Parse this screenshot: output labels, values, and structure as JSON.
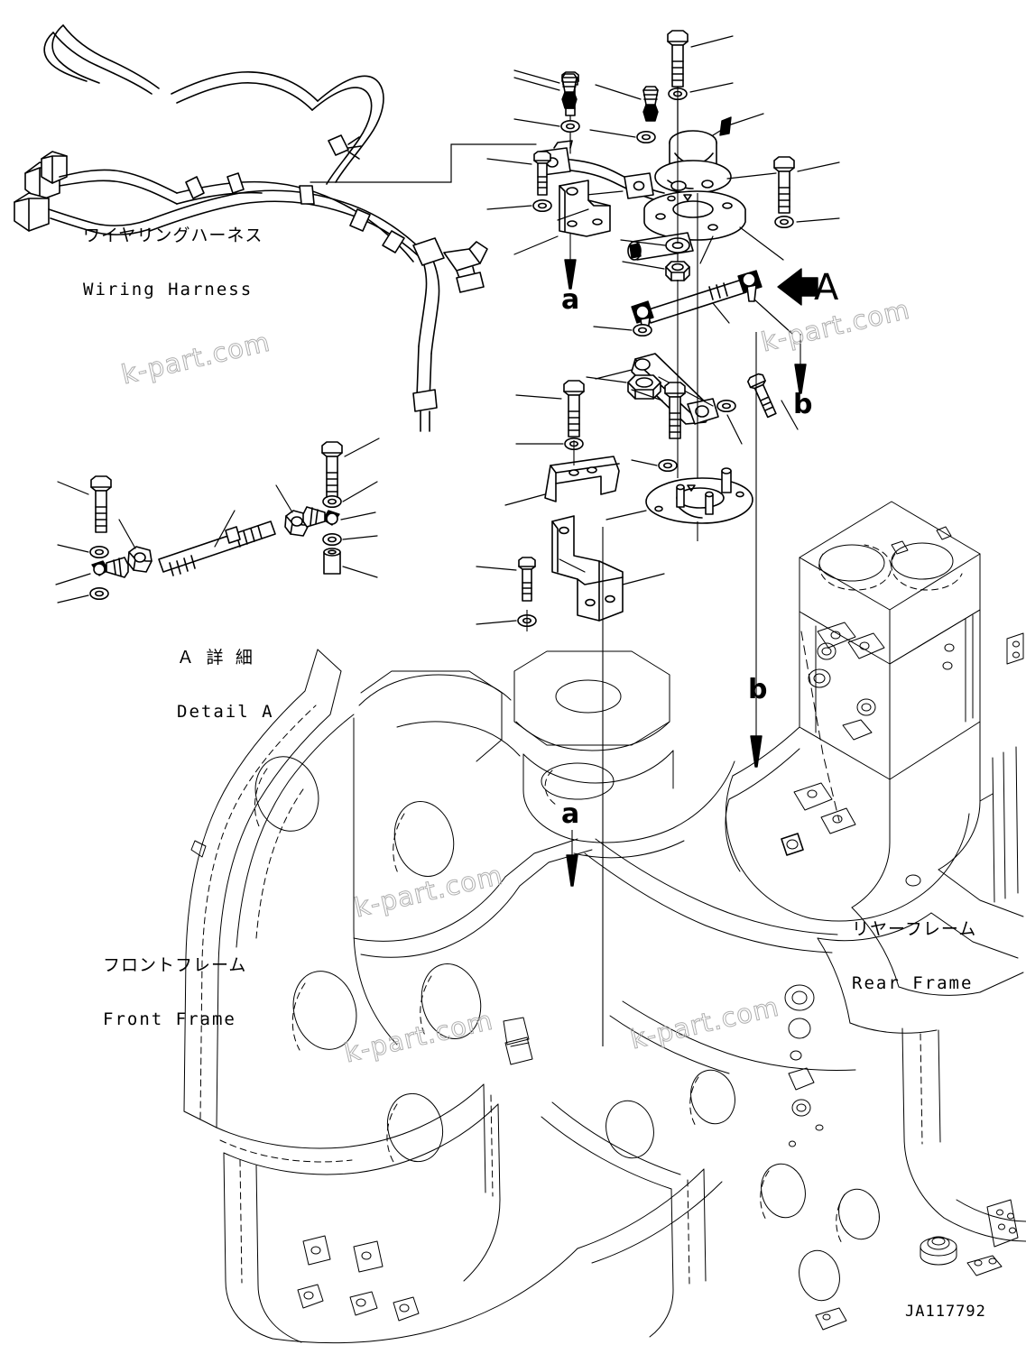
{
  "document": {
    "type": "technical-parts-diagram",
    "drawing_number": "JA117792",
    "background_color": "#ffffff",
    "line_color": "#000000",
    "watermark_color": "#b0b0b0"
  },
  "labels": {
    "wiring_harness": {
      "jp": "ワイヤリングハーネス",
      "en": "Wiring Harness"
    },
    "detail_a": {
      "jp": "Ａ 詳 細",
      "en": "Detail A"
    },
    "front_frame": {
      "jp": "フロントフレーム",
      "en": "Front Frame"
    },
    "rear_frame": {
      "jp": "リヤーフレーム",
      "en": "Rear Frame"
    }
  },
  "callouts": {
    "detail_ref": "A",
    "marker_a_upper": "a",
    "marker_b_upper": "b",
    "marker_a_lower": "a",
    "marker_b_lower": "b"
  },
  "watermarks": [
    {
      "text": "k-part.com"
    },
    {
      "text": "k-part.com"
    },
    {
      "text": "k-part.com"
    },
    {
      "text": "k-part.com"
    },
    {
      "text": "k-part.com"
    }
  ]
}
